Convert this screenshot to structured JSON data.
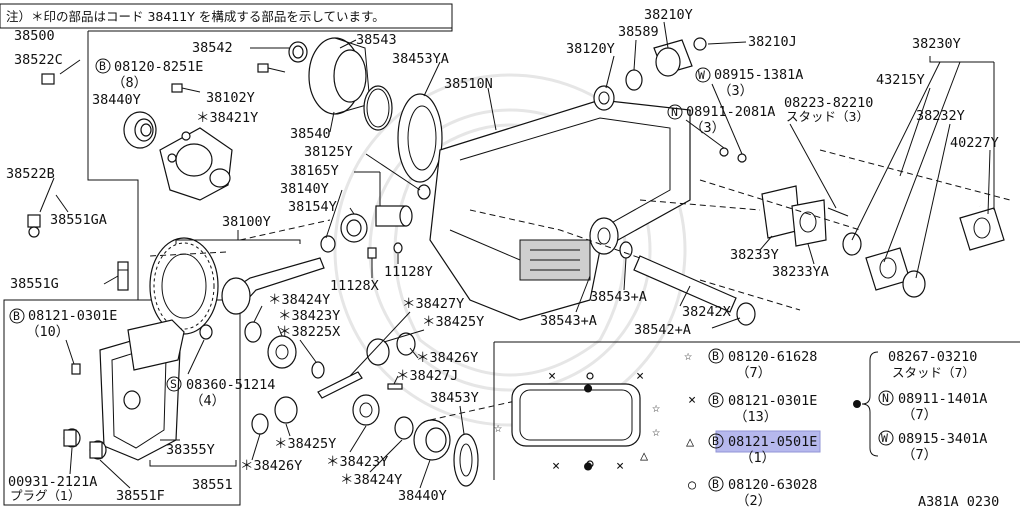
{
  "note": "注）＊印の部品はコード 38411Y を構成する部品を示しています。",
  "labels": {
    "p38500": "38500",
    "p38522C": "38522C",
    "p38522B": "38522B",
    "p38551GA": "38551GA",
    "p38551G": "38551G",
    "p38542": "38542",
    "b08120_8251E": "08120-8251E",
    "b08120_8251E_qty": "（8）",
    "p38440Y_top": "38440Y",
    "p38102Y": "38102Y",
    "p38421Y": "＊38421Y",
    "p38543": "38543",
    "p38453YA": "38453YA",
    "p38540": "38540",
    "p38510N": "38510N",
    "p38125Y": "38125Y",
    "p38165Y": "38165Y",
    "p38140Y": "38140Y",
    "p38154Y": "38154Y",
    "p38100Y": "38100Y",
    "p11128Y": "11128Y",
    "p11128X": "11128X",
    "p38120Y": "38120Y",
    "p38589": "38589",
    "p38210Y": "38210Y",
    "p38210J": "38210J",
    "w08915_1381A": "08915-1381A",
    "w08915_1381A_qty": "（3）",
    "n08911_2081A": "08911-2081A",
    "n08911_2081A_qty": "（3）",
    "p08223_82210": "08223-82210",
    "stud3": "スタッド（3）",
    "p38230Y": "38230Y",
    "p43215Y": "43215Y",
    "p38232Y": "38232Y",
    "p40227Y": "40227Y",
    "p38233Y": "38233Y",
    "p38233YA": "38233YA",
    "p38543A_1": "38543+A",
    "p38242X": "38242X",
    "p38543A_2": "38543+A",
    "p38542A": "38542+A",
    "b08121_0301E": "08121-0301E",
    "b08121_0301E_qty": "（10）",
    "p38424Y_a": "＊38424Y",
    "p38423Y_a": "＊38423Y",
    "p38225X": "＊38225X",
    "p38427Y": "＊38427Y",
    "p38425Y_a": "＊38425Y",
    "p38426Y_a": "＊38426Y",
    "p38427J": "＊38427J",
    "s08360_51214": "08360-51214",
    "s08360_51214_qty": "（4）",
    "p38425Y_b": "＊38425Y",
    "p38355Y": "38355Y",
    "p38426Y_b": "＊38426Y",
    "p38423Y_b": "＊38423Y",
    "p38453Y": "38453Y",
    "p38424Y_b": "＊38424Y",
    "p38440Y_bot": "38440Y",
    "p00931_2121A": "00931-2121A",
    "plug1": "プラグ（1）",
    "p38551F": "38551F",
    "p38551": "38551"
  },
  "legend": {
    "star": "☆",
    "cross": "×",
    "triangle": "△",
    "circle": "○",
    "dot": "●",
    "b08120_61628": "08120-61628",
    "b08120_61628_qty": "（7）",
    "b08121_0301E": "08121-0301E",
    "b08121_0301E_qty": "（13）",
    "b08121_0501E": "08121-0501E",
    "b08121_0501E_qty": "（1）",
    "b08120_63028": "08120-63028",
    "b08120_63028_qty": "（2）",
    "p08267_03210": "08267-03210",
    "stud7": "スタッド（7）",
    "n08911_1401A": "08911-1401A",
    "n08911_1401A_qty": "（7）",
    "w08915_3401A": "08915-3401A",
    "w08915_3401A_qty": "（7）"
  },
  "code": "A381A 0230",
  "prefix_letters": {
    "B": "B",
    "N": "N",
    "W": "W",
    "S": "S"
  }
}
